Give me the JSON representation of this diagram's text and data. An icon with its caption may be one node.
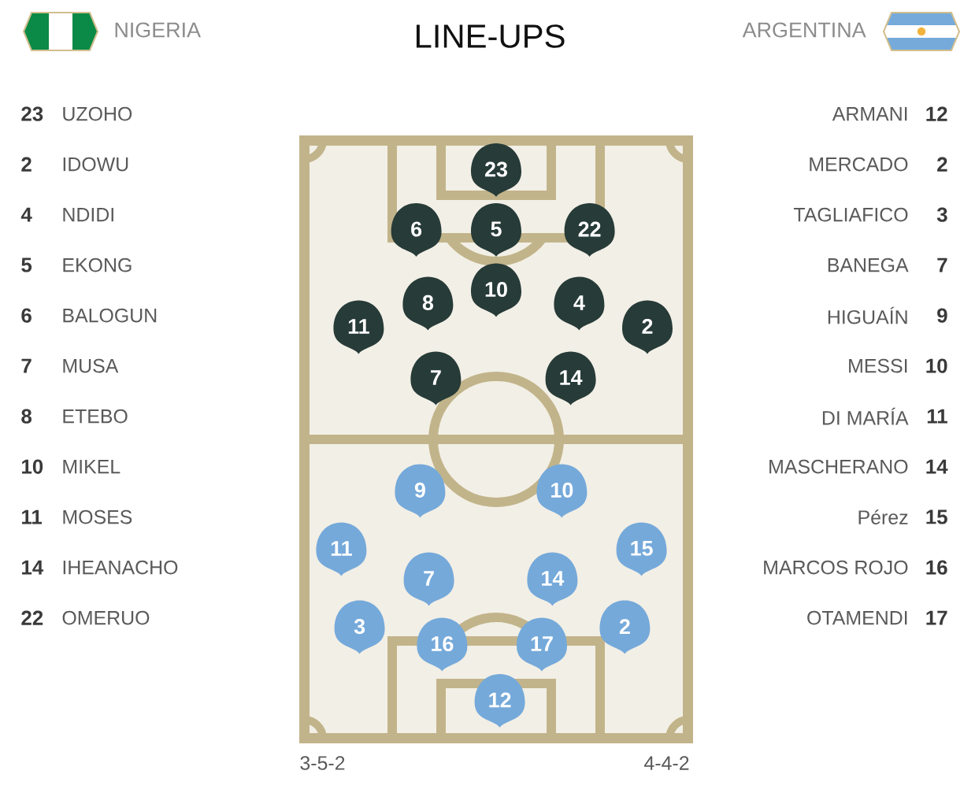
{
  "diagram": {
    "title": "LINE-UPS",
    "nodes": [
      {
        "text": [
          "23"
        ]
      },
      {
        "text": [
          "6"
        ]
      },
      {
        "text": [
          "5"
        ]
      },
      {
        "text": [
          "22"
        ]
      },
      {
        "text": [
          "10"
        ]
      },
      {
        "text": [
          "8"
        ]
      },
      {
        "text": [
          "4"
        ]
      },
      {
        "text": [
          "11"
        ]
      },
      {
        "text": [
          "2"
        ]
      },
      {
        "text": [
          "7"
        ]
      },
      {
        "text": [
          "14"
        ]
      },
      {
        "text": [
          "9"
        ]
      },
      {
        "text": [
          "10"
        ]
      },
      {
        "text": [
          "11"
        ]
      },
      {
        "text": [
          "15"
        ]
      },
      {
        "text": [
          "7"
        ]
      },
      {
        "text": [
          "14"
        ]
      },
      {
        "text": [
          "3"
        ]
      },
      {
        "text": [
          "2"
        ]
      },
      {
        "text": [
          "16"
        ]
      },
      {
        "text": [
          "17"
        ]
      },
      {
        "text": [
          "12"
        ]
      }
    ],
    "labels": [
      "NIGERIA",
      "ARGENTINA",
      "23",
      "UZOHO",
      "ARMANI",
      "12",
      "2",
      "IDOWU",
      "MERCADO",
      "2",
      "4",
      "NDIDI",
      "TAGLIAFICO",
      "3",
      "5",
      "EKONG",
      "BANEGA",
      "7",
      "6",
      "BALOGUN",
      "HIGUAÍN",
      "9",
      "7",
      "MUSA",
      "MESSI",
      "10",
      "8",
      "ETEBO",
      "DI MARÍA",
      "11",
      "10",
      "MIKEL",
      "MASCHERANO",
      "14",
      "11",
      "MOSES",
      "Pérez",
      "15",
      "14",
      "IHEANACHO",
      "MARCOS ROJO",
      "16",
      "22",
      "OMERUO",
      "OTAMENDI",
      "17",
      "3-5-2",
      "4-4-2"
    ]
  }
}
